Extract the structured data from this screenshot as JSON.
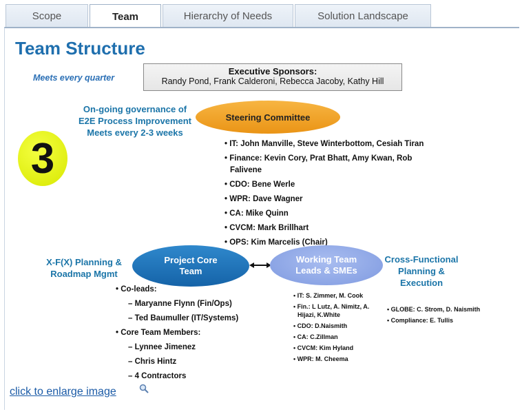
{
  "tabs": [
    {
      "label": "Scope"
    },
    {
      "label": "Team"
    },
    {
      "label": "Hierarchy of Needs"
    },
    {
      "label": "Solution Landscape"
    }
  ],
  "page_title": "Team Structure",
  "diagram": {
    "meets_quarter": "Meets every quarter",
    "exec_title": "Executive Sponsors:",
    "exec_names": "Randy Pond, Frank Calderoni, Rebecca Jacoby, Kathy Hill",
    "governance_lines": [
      "On-going governance of",
      "E2E Process Improvement",
      "Meets every 2-3 weeks"
    ],
    "steering_label": "Steering Committee",
    "steering_members": [
      "• IT: John Manville, Steve Winterbottom, Cesiah Tiran",
      "• Finance: Kevin Cory, Prat Bhatt, Amy Kwan, Rob Falivene",
      "• CDO: Bene Werle",
      "• WPR: Dave Wagner",
      "• CA: Mike Quinn",
      "• CVCM: Mark Brillhart",
      "• OPS: Kim Marcelis (Chair)"
    ],
    "badge_number": "3",
    "xfx_lines": [
      "X-F(X) Planning &",
      "Roadmap Mgmt"
    ],
    "core_team_label": "Project Core Team",
    "working_team_label": "Working Team Leads & SMEs",
    "cross_functional_lines": [
      "Cross-Functional",
      "Planning &",
      "Execution"
    ],
    "core_list": [
      "• Co-leads:",
      "– Maryanne Flynn (Fin/Ops)",
      "– Ted Baumuller (IT/Systems)",
      "• Core Team Members:",
      "– Lynnee Jimenez",
      "– Chris Hintz",
      "– 4 Contractors"
    ],
    "working_list": [
      "• IT: S. Zimmer, M. Cook",
      "• Fin.: L Lutz, A. Nimitz, A. Hijazi, K.White",
      "• CDO: D.Naismith",
      "• CA: C.Zillman",
      "• CVCM: Kim Hyland",
      "• WPR: M. Cheema"
    ],
    "globe_list": [
      "• GLOBE: C. Strom, D. Naismith",
      "• Compliance: E. Tullis"
    ]
  },
  "enlarge_link": "click to enlarge image",
  "icons": {
    "magnifier": "magnifier-icon"
  }
}
